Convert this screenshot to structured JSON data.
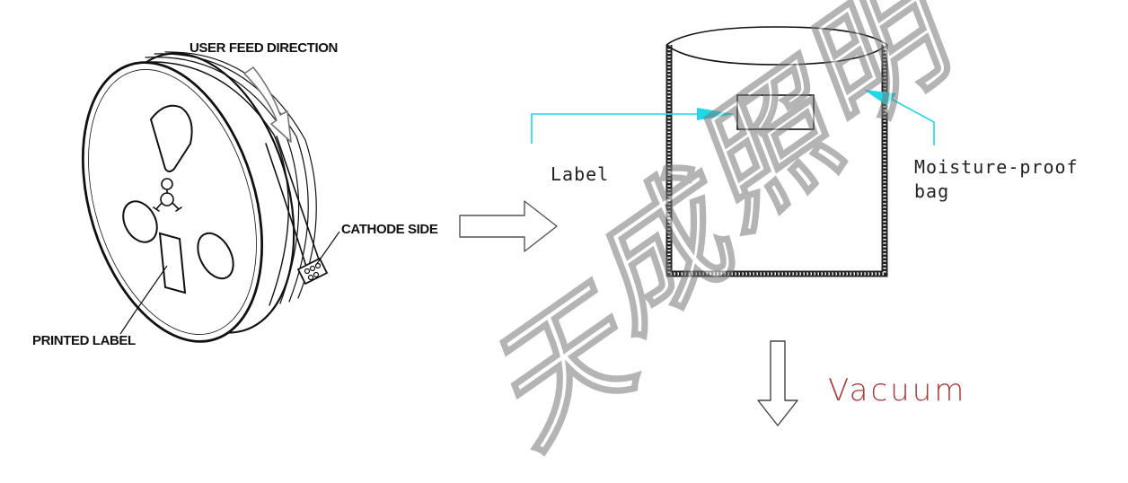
{
  "labels": {
    "user_feed_direction": "USER FEED DIRECTION",
    "cathode_side": "CATHODE SIDE",
    "printed_label": "PRINTED LABEL",
    "label": "Label",
    "moisture_proof_bag_line1": "Moisture-proof",
    "moisture_proof_bag_line2": "bag",
    "vacuum": "Vacuum"
  },
  "watermark": {
    "text": "天成照明"
  },
  "colors": {
    "line": "#111111",
    "cyan_arrow": "#1fd8e6",
    "vacuum_text": "#a83c3c",
    "watermark": "#7a7a7a"
  }
}
